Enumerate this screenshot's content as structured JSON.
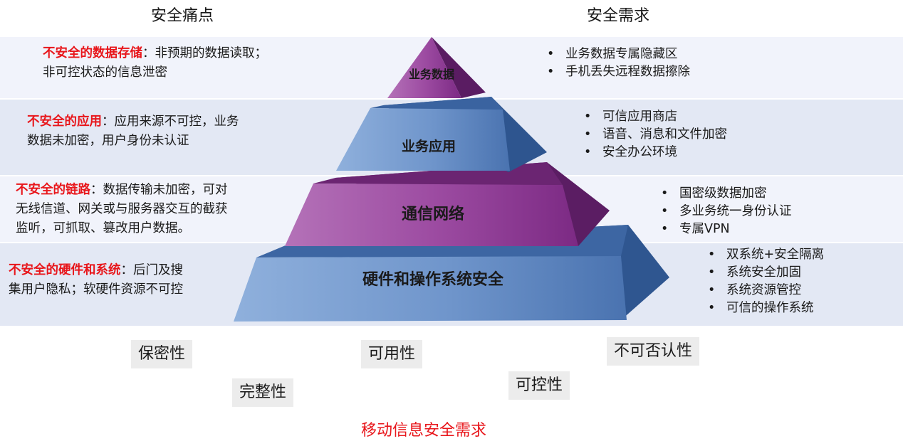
{
  "headers": {
    "left": "安全痛点",
    "right": "安全需求"
  },
  "colors": {
    "band_top": "#f1f3fb",
    "band_mid": "#e3e8f4",
    "highlight": "#e8161b",
    "purple": "#8f3a94",
    "blue": "#5f86c0"
  },
  "tiers": [
    {
      "label": "业务数据",
      "pain_highlight": "不安全的数据存储",
      "pain_text_line1": "：非预期的数据读取；",
      "pain_text_line2": "非可控状态的信息泄密",
      "requirements": [
        "业务数据专属隐藏区",
        "手机丢失远程数据擦除"
      ]
    },
    {
      "label": "业务应用",
      "pain_highlight": "不安全的应用",
      "pain_text_line1": "：应用来源不可控，业务",
      "pain_text_line2": "数据未加密，用户身份未认证",
      "requirements": [
        "可信应用商店",
        "语音、消息和文件加密",
        "安全办公环境"
      ]
    },
    {
      "label": "通信网络",
      "pain_highlight": "不安全的链路",
      "pain_text_line1": "：数据传输未加密，可对",
      "pain_text_line2": "无线信道、网关或与服务器交互的截获",
      "pain_text_line3": "监听，可抓取、篡改用户数据。",
      "requirements": [
        "国密级数据加密",
        "多业务统一身份认证",
        "专属VPN"
      ]
    },
    {
      "label": "硬件和操作系统安全",
      "pain_highlight": "不安全的硬件和系统",
      "pain_text_line1": "：后门及搜",
      "pain_text_line2": "集用户隐私；软硬件资源不可控",
      "requirements": [
        "双系统+安全隔离",
        "系统安全加固",
        "系统资源管控",
        "可信的操作系统"
      ]
    }
  ],
  "properties": {
    "confidentiality": "保密性",
    "availability": "可用性",
    "non_repudiation": "不可否认性",
    "integrity": "完整性",
    "controllability": "可控性"
  },
  "footer": "移动信息安全需求"
}
